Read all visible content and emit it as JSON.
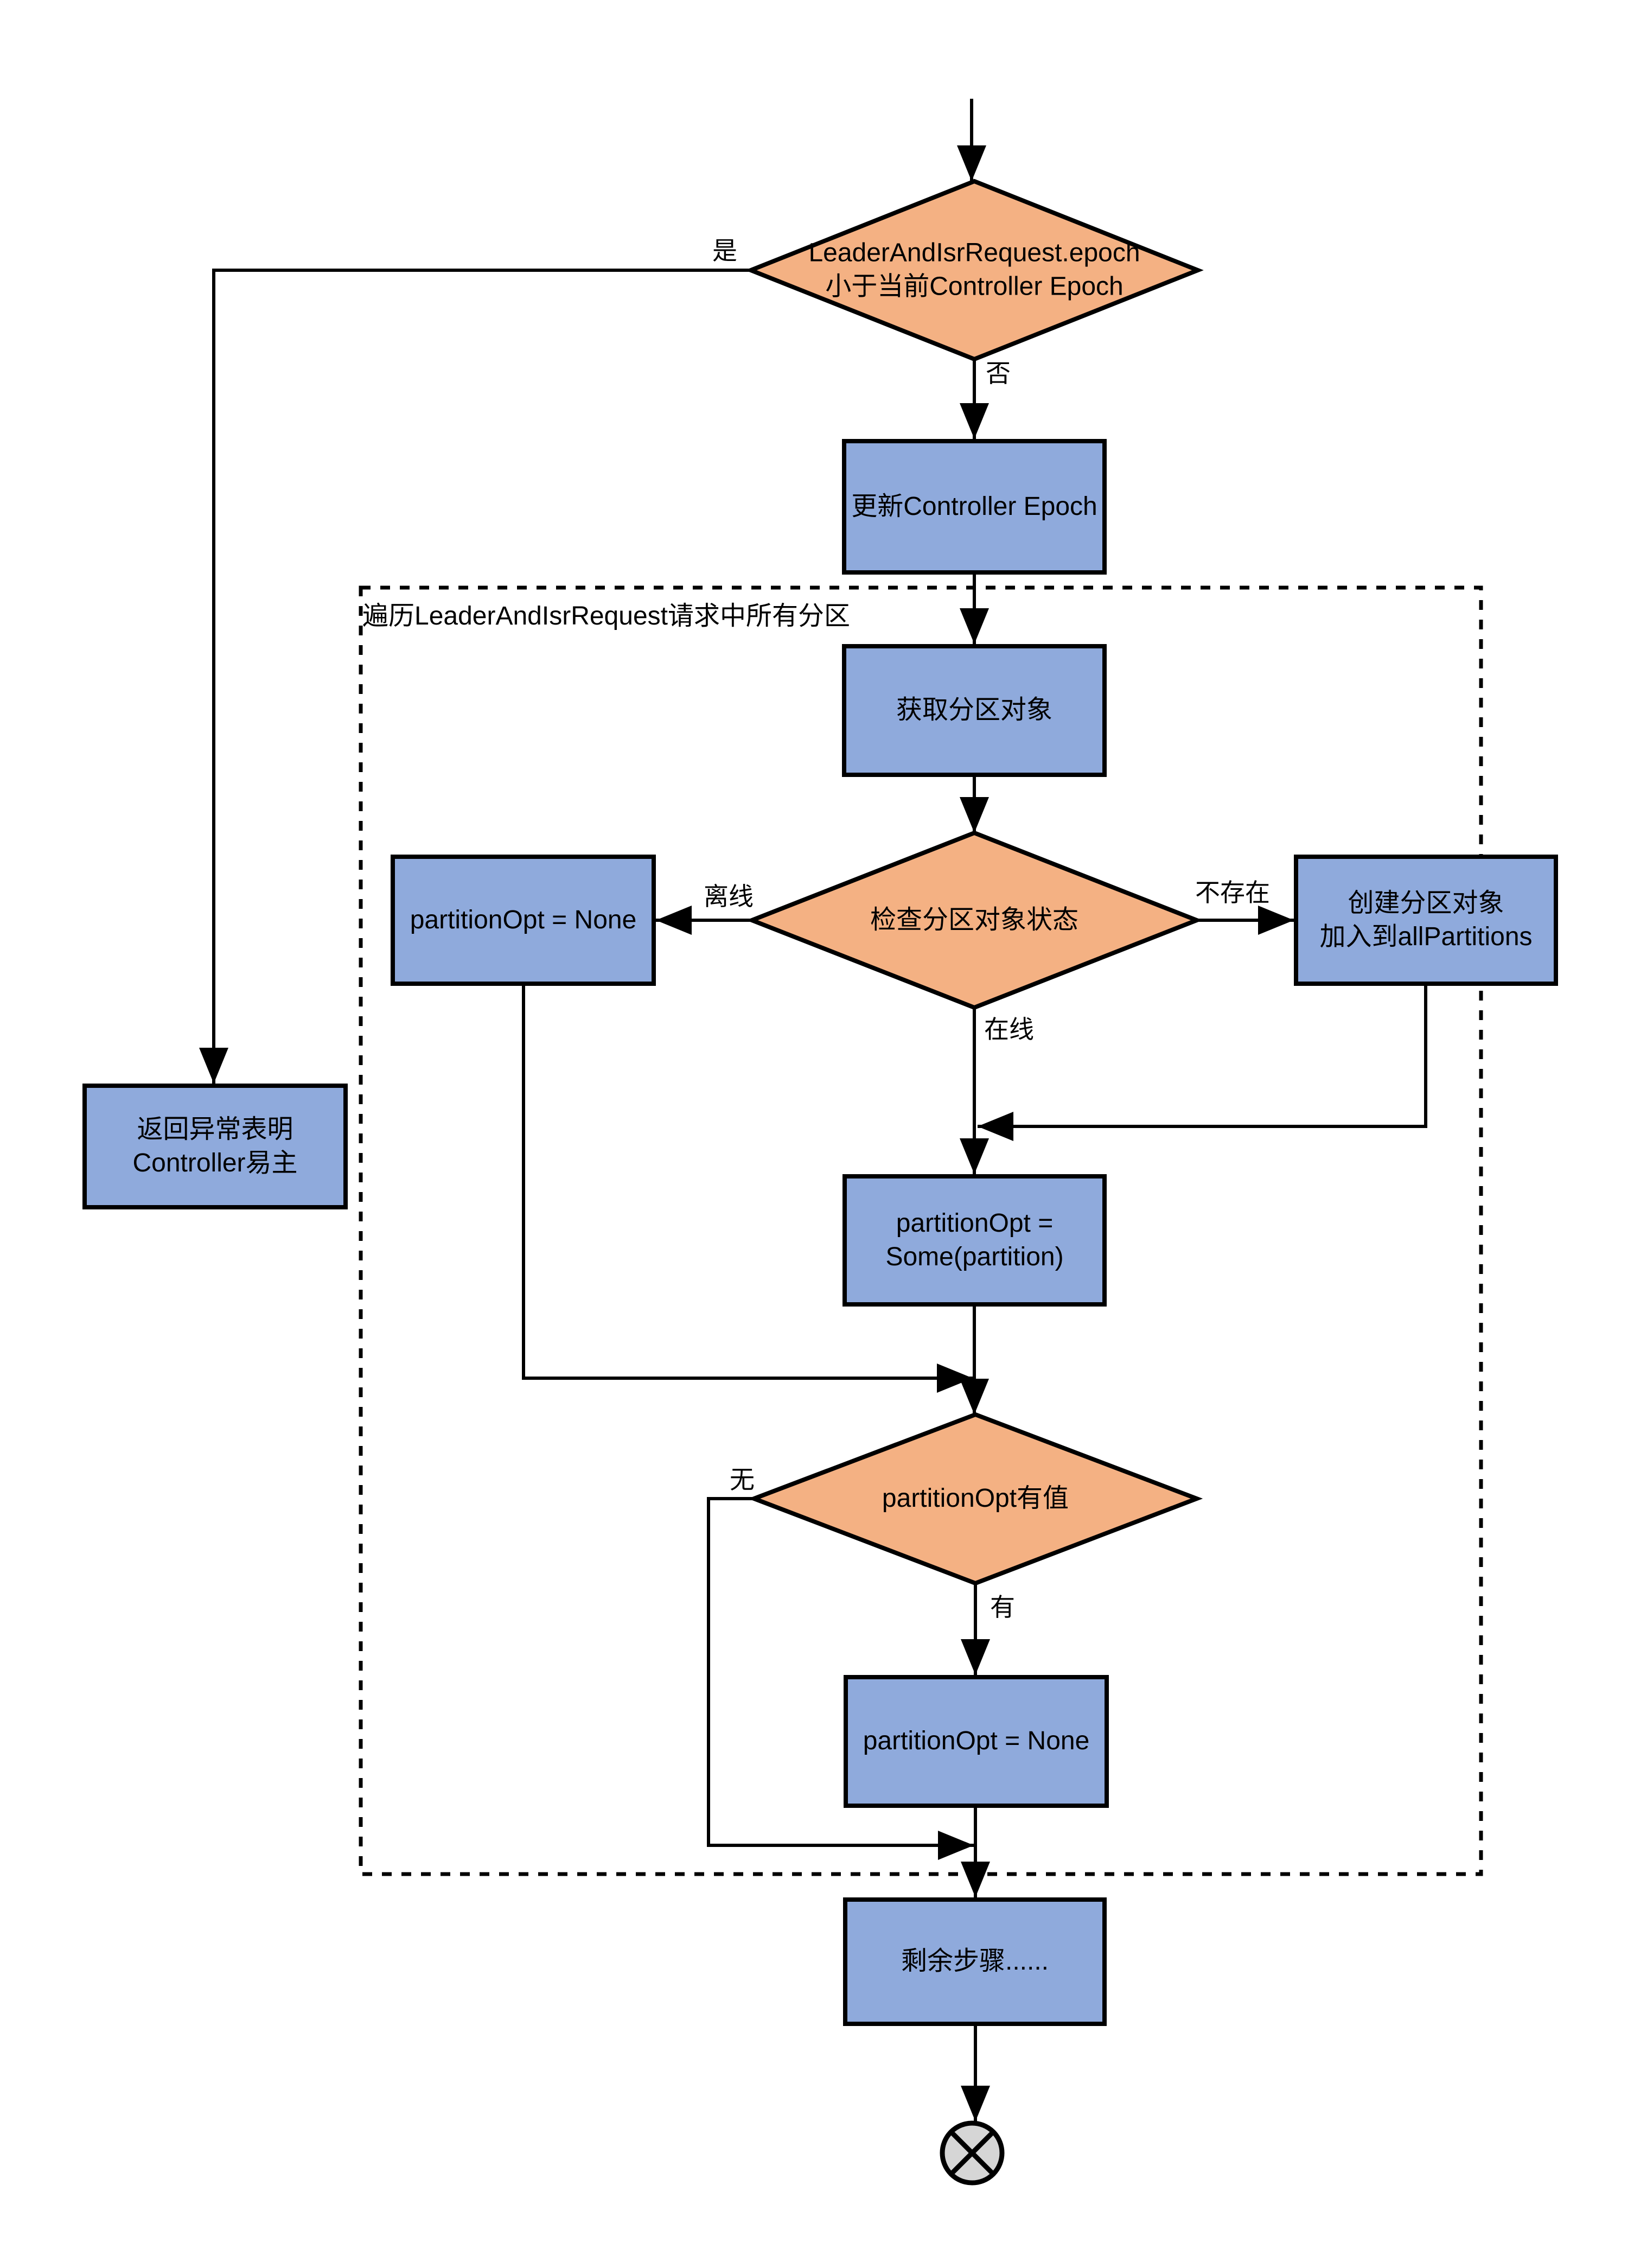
{
  "diagram": {
    "loop_container_label": "遍历LeaderAndIsrRequest请求中所有分区",
    "nodes": {
      "decision_epoch_check": "LeaderAndIsrRequest.epoch\n小于当前Controller Epoch",
      "process_update_epoch": "更新Controller Epoch",
      "process_get_partition": "获取分区对象",
      "decision_partition_state": "检查分区对象状态",
      "process_partition_opt_none_offline": "partitionOpt = None",
      "process_create_partition": "创建分区对象\n加入到allPartitions",
      "process_return_exception": "返回异常表明\nController易主",
      "process_partition_opt_some": "partitionOpt =\nSome(partition)",
      "decision_partition_opt_has_value": "partitionOpt有值",
      "process_partition_opt_none_final": "partitionOpt = None",
      "process_remaining_steps": "剩余步骤......"
    },
    "edge_labels": {
      "yes": "是",
      "no": "否",
      "offline": "离线",
      "not_exist": "不存在",
      "online": "在线",
      "none": "无",
      "some": "有"
    },
    "colors": {
      "decision_fill": "#F4B183",
      "process_fill": "#8FAADC",
      "terminator_fill": "#D6D6D6",
      "stroke": "#000000"
    }
  }
}
